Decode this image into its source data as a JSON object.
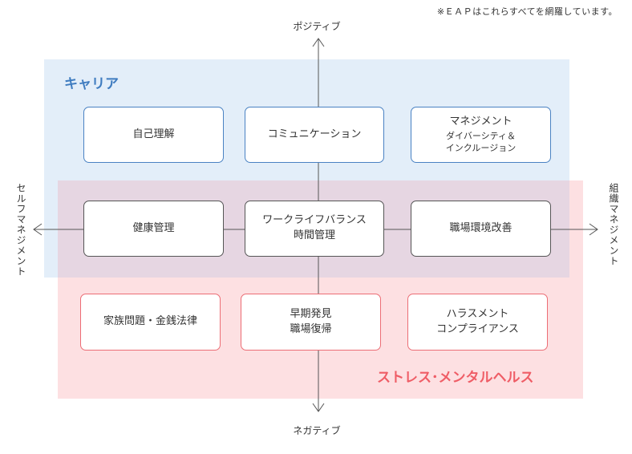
{
  "note": "※ＥＡＰはこれらすべてを網羅しています。",
  "axes": {
    "top": "ポジティブ",
    "bottom": "ネガティブ",
    "left": "セルフマネジメント",
    "right": "組織マネジメント"
  },
  "regions": {
    "career": {
      "label": "キャリア",
      "color": "#3f7cc0"
    },
    "stress": {
      "label": "ストレス･メンタルヘルス",
      "color": "#ef5d66"
    }
  },
  "boxes": {
    "self_understanding": "自己理解",
    "communication": "コミュニケーション",
    "management": {
      "title": "マネジメント",
      "line2": "ダイバーシティ＆",
      "line3": "インクルージョン"
    },
    "health": "健康管理",
    "work_life": {
      "line1": "ワークライフバランス",
      "line2": "時間管理"
    },
    "workplace": "職場環境改善",
    "family": "家族問題・金銭法律",
    "early": {
      "line1": "早期発見",
      "line2": "職場復帰"
    },
    "harassment": {
      "line1": "ハラスメント",
      "line2": "コンプライアンス"
    }
  }
}
